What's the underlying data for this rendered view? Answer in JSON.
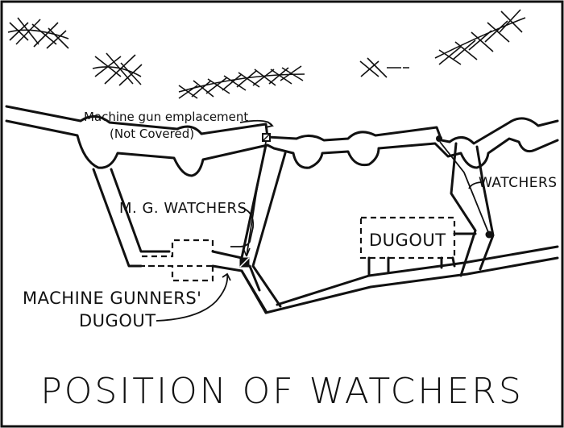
{
  "title": "POSITION OF WATCHERS",
  "labels": {
    "mg_emplacement": "Machine gun emplacement",
    "not_covered": "(Not Covered)",
    "mg_watchers": "M. G. WATCHERS",
    "watchers": "WATCHERS",
    "dugout": "DUGOUT",
    "mg_dugout_line1": "MACHINE GUNNERS'",
    "mg_dugout_line2": "DUGOUT"
  }
}
